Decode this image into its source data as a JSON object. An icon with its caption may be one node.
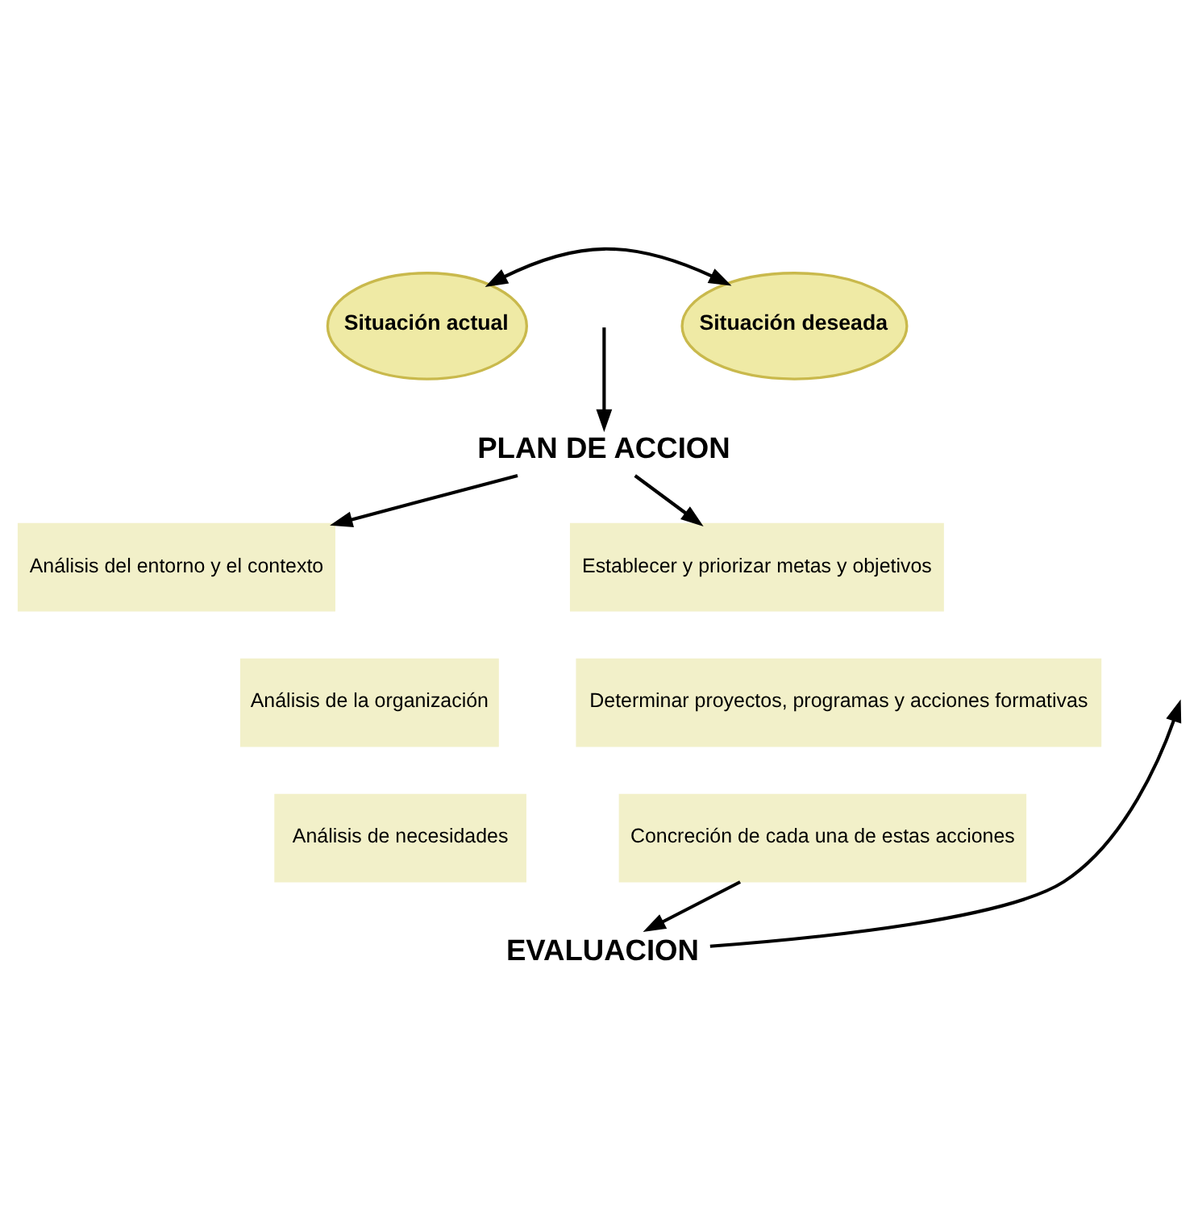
{
  "diagram": {
    "nodes": [
      {
        "text": [
          "Situación actual"
        ]
      },
      {
        "text": [
          "Situación deseada"
        ]
      },
      {
        "text": [
          "PLAN DE ACCION"
        ]
      },
      {
        "text": [
          "Análisis del entorno y el contexto"
        ]
      },
      {
        "text": [
          "Análisis de la organización"
        ]
      },
      {
        "text": [
          "Análisis de necesidades"
        ]
      },
      {
        "text": [
          "Establecer y priorizar metas y objetivos"
        ]
      },
      {
        "text": [
          "Determinar proyectos, programas y acciones formativas"
        ]
      },
      {
        "text": [
          "Concreción de cada una de estas acciones"
        ]
      },
      {
        "text": [
          "EVALUACION"
        ]
      }
    ],
    "edges": [
      {
        "from": 0,
        "to": 1,
        "arrow": "both"
      },
      {
        "from": null,
        "to": 2,
        "arrow": "to"
      },
      {
        "from": 2,
        "to": 3,
        "arrow": "to"
      },
      {
        "from": 2,
        "to": 6,
        "arrow": "to"
      },
      {
        "from": 8,
        "to": 9,
        "arrow": "to"
      },
      {
        "from": 9,
        "to": null,
        "arrow": "to"
      }
    ]
  }
}
